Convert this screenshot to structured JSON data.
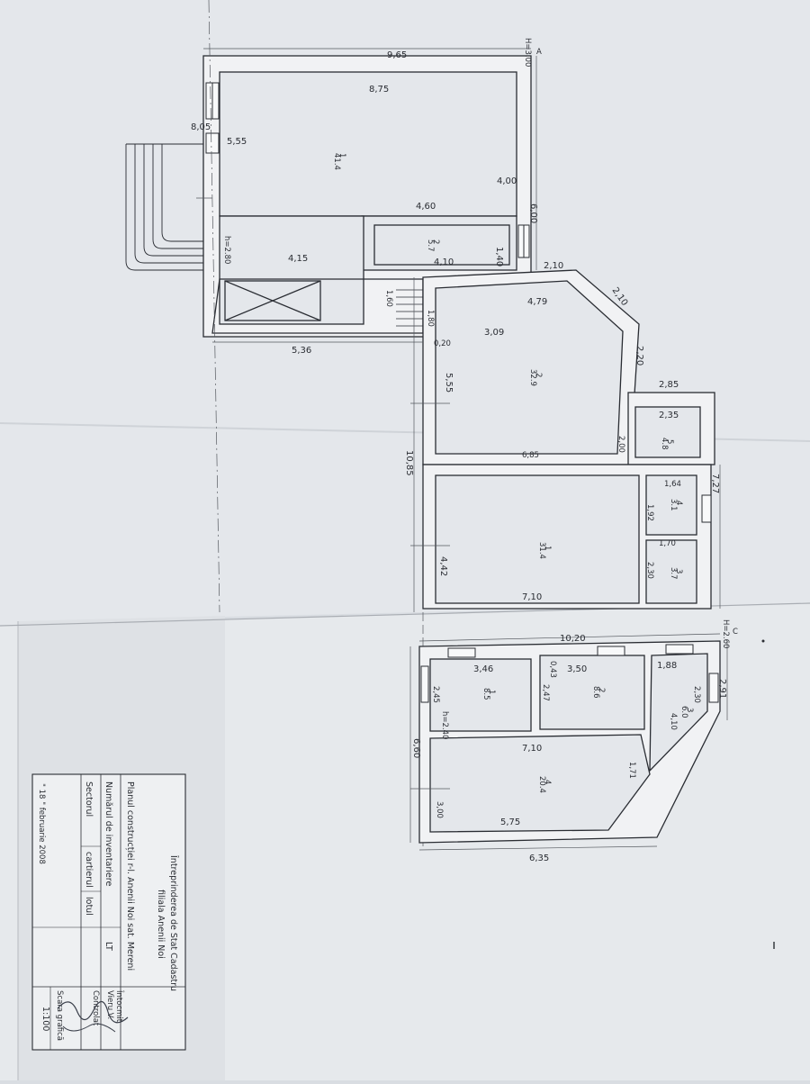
{
  "colors": {
    "paper": "#e6e9ed",
    "paper_shade": "#d2d6db",
    "ink": "#2a2d33",
    "wall_fill": "#f1f2f4"
  },
  "plan1": {
    "axis_label": "A",
    "height_note": "H=3.00",
    "dims": {
      "d965": "9,65",
      "d875": "8,75",
      "d805": "8,05",
      "d555a": "5,55",
      "d400": "4,00",
      "d600": "6,00",
      "d460": "4,60",
      "d280": "h=2.80",
      "d140": "1,40",
      "d410": "4,10",
      "d415": "4,15",
      "d210": "2,10",
      "d210b": "2,10",
      "d479": "4,79",
      "d160": "1,60",
      "d180": "1,80",
      "d020": "0,20",
      "d536": "5,36",
      "d309": "3,09",
      "d220": "2,20",
      "d555b": "5,55",
      "d285": "2,85",
      "d235": "2,35",
      "d200": "2,00",
      "d1085": "10,85",
      "d685": "6,85",
      "d727": "7,27",
      "d164": "1,64",
      "d192": "1,92",
      "d170": "1,70",
      "d442": "4,42",
      "d230": "2,30",
      "d710": "7,10"
    },
    "rooms": [
      {
        "num": "1",
        "area": "41.4"
      },
      {
        "num": "2",
        "area": "5.7"
      },
      {
        "num": "2",
        "area": "32.9"
      },
      {
        "num": "5",
        "area": "4.8"
      },
      {
        "num": "4",
        "area": "3.1"
      },
      {
        "num": "1",
        "area": "31.4"
      },
      {
        "num": "3",
        "area": "3.7"
      }
    ]
  },
  "plan2": {
    "axis_label": "C",
    "height_note": "H=2.60",
    "dims": {
      "d1020": "10,20",
      "d346": "3,46",
      "d043": "0,43",
      "d350": "3,50",
      "d188": "1,88",
      "d291": "2,91",
      "d230": "2,30",
      "d245": "2,45",
      "d240": "h=2.40",
      "d247": "2,47",
      "d410": "4,10",
      "d660": "6,60",
      "d710": "7,10",
      "d171": "1,71",
      "d300": "3,00",
      "d575": "5,75",
      "d635": "6,35"
    },
    "rooms": [
      {
        "num": "1",
        "area": "8.5"
      },
      {
        "num": "2",
        "area": "8.6"
      },
      {
        "num": "3",
        "area": "6.0"
      },
      {
        "num": "4",
        "area": "20.4"
      }
    ]
  },
  "title_block": {
    "org_line1": "Întreprinderea de Stat Cadastru",
    "org_line2": "filiala Anenii Noi",
    "plan_title": "Planul construcției r-l. Anenii Noi sat. Mereni",
    "inventory_label": "Numărul de inventariere",
    "sector_label": "Sectorul",
    "block_label": "cartierul",
    "lot_label": "lotul",
    "lt": "LT",
    "drew_label": "Întocmit",
    "drew_name": "Vieru V.",
    "checked_label": "Controlat",
    "scale_label": "Scara grafică",
    "scale_value": "1:100",
    "date": "\" 18 \" februarie 2008"
  }
}
